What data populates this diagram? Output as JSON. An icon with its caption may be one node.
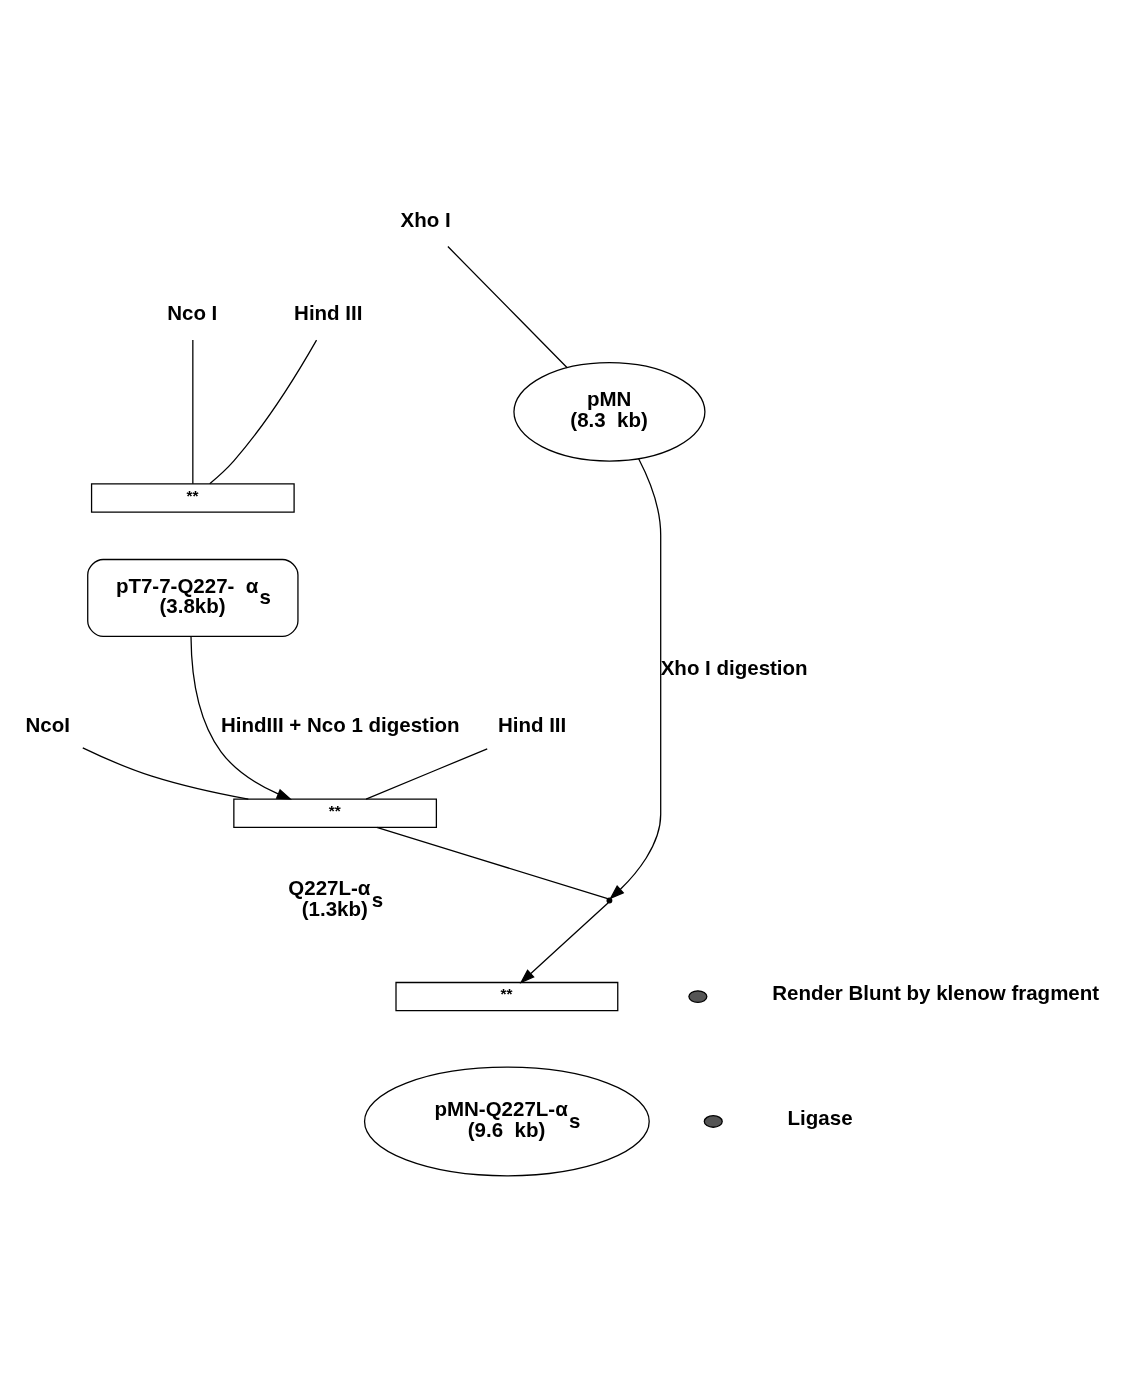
{
  "diagram": {
    "nodes": [
      {
        "text": [
          "Nco I"
        ]
      },
      {
        "text": [
          "Hind III"
        ]
      },
      {
        "text": [
          "**"
        ]
      },
      {
        "text": [
          "pT7-7-Q227-  α$_{s}$",
          "(3.8kb)"
        ]
      },
      {
        "text": [
          "Xho I"
        ]
      },
      {
        "text": [
          "pMN",
          "(8.3  kb)"
        ]
      },
      {
        "text": [
          "NcoI"
        ]
      },
      {
        "text": [
          "Hind III"
        ]
      },
      {
        "text": [
          "**"
        ],
        "beside": [
          "Q227L-α$_{s}$",
          "(1.3kb)"
        ]
      },
      {
        "text": [],
        "shape": "point"
      },
      {
        "text": [
          "**"
        ]
      },
      {
        "text": [
          "pMN-Q227L-α$_{s}$",
          "(9.6  kb)"
        ]
      }
    ],
    "edges": [
      {
        "from": 0,
        "to": 2,
        "arrow": "none"
      },
      {
        "from": 1,
        "to": 2,
        "arrow": "none"
      },
      {
        "from": 4,
        "to": 5,
        "arrow": "none"
      },
      {
        "from": 3,
        "to": 8,
        "arrow": "to",
        "label": "HindIII + Nco 1 digestion"
      },
      {
        "from": 6,
        "to": 8,
        "arrow": "none"
      },
      {
        "from": 7,
        "to": 8,
        "arrow": "none"
      },
      {
        "from": 5,
        "to": 9,
        "arrow": "to",
        "label": "Xho I digestion"
      },
      {
        "from": 8,
        "to": 9,
        "arrow": "none"
      },
      {
        "from": 9,
        "to": 10,
        "arrow": "to"
      }
    ],
    "labels": [
      "Render Blunt by klenow fragment",
      "Ligase"
    ]
  }
}
